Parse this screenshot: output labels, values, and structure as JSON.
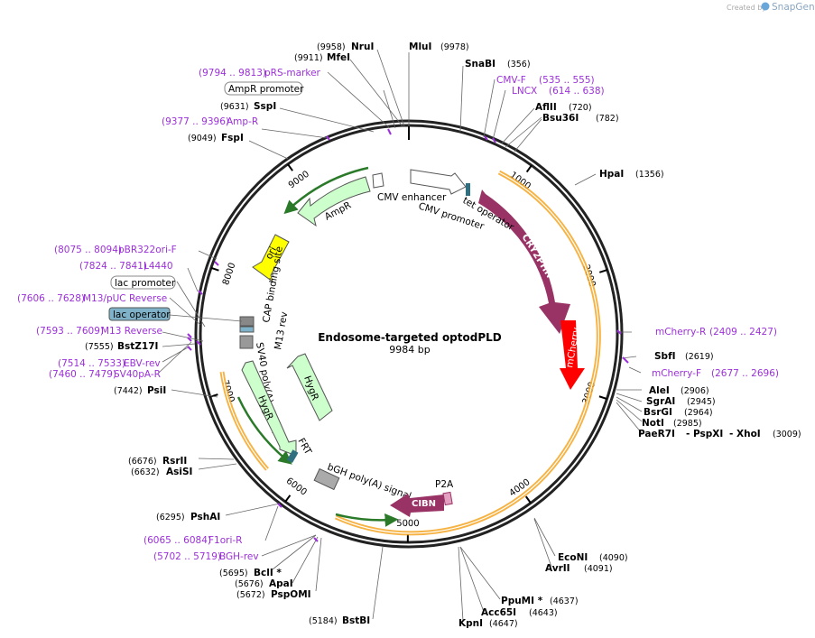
{
  "header": {
    "created_by": "Created by",
    "brand": "SnapGene"
  },
  "plasmid": {
    "name": "Endosome-targeted optodPLD",
    "length_label": "9984 bp",
    "length": 9984
  },
  "ticks": [
    "1000",
    "2000",
    "3000",
    "4000",
    "5000",
    "6000",
    "7000",
    "8000",
    "9000"
  ],
  "sites": [
    {
      "name": "MluI",
      "pos": "(9978)"
    },
    {
      "name": "NruI",
      "pos": "(9958)"
    },
    {
      "name": "MfeI",
      "pos": "(9911)"
    },
    {
      "name": "SnaBI",
      "pos": "(356)"
    },
    {
      "name": "AflII",
      "pos": "(720)"
    },
    {
      "name": "Bsu36I",
      "pos": "(782)"
    },
    {
      "name": "HpaI",
      "pos": "(1356)"
    },
    {
      "name": "SspI",
      "pos": "(9631)"
    },
    {
      "name": "FspI",
      "pos": "(9049)"
    },
    {
      "name": "SbfI",
      "pos": "(2619)"
    },
    {
      "name": "AleI",
      "pos": "(2906)"
    },
    {
      "name": "SgrAI",
      "pos": "(2945)"
    },
    {
      "name": "BsrGI",
      "pos": "(2964)"
    },
    {
      "name": "NotI",
      "pos": "(2985)"
    },
    {
      "name": "PaeR7I",
      "pos": ""
    },
    {
      "name": "- PspXI",
      "pos": ""
    },
    {
      "name": "- XhoI",
      "pos": "(3009)"
    },
    {
      "name": "BstZ17I",
      "pos": "(7555)"
    },
    {
      "name": "PsiI",
      "pos": "(7442)"
    },
    {
      "name": "RsrII",
      "pos": "(6676)"
    },
    {
      "name": "AsiSI",
      "pos": "(6632)"
    },
    {
      "name": "PshAI",
      "pos": "(6295)"
    },
    {
      "name": "BclI *",
      "pos": "(5695)"
    },
    {
      "name": "ApaI",
      "pos": "(5676)"
    },
    {
      "name": "PspOMI",
      "pos": "(5672)"
    },
    {
      "name": "BstBI",
      "pos": "(5184)"
    },
    {
      "name": "EcoNI",
      "pos": "(4090)"
    },
    {
      "name": "AvrII",
      "pos": "(4091)"
    },
    {
      "name": "PpuMI *",
      "pos": "(4637)"
    },
    {
      "name": "Acc65I",
      "pos": "(4643)"
    },
    {
      "name": "KpnI",
      "pos": "(4647)"
    }
  ],
  "primers": [
    {
      "name": "pRS-marker",
      "range": "(9794 .. 9813)"
    },
    {
      "name": "Amp-R",
      "range": "(9377 .. 9396)"
    },
    {
      "name": "CMV-F",
      "range": "(535 .. 555)"
    },
    {
      "name": "LNCX",
      "range": "(614 .. 638)"
    },
    {
      "name": "mCherry-R",
      "range": "(2409 .. 2427)"
    },
    {
      "name": "mCherry-F",
      "range": "(2677 .. 2696)"
    },
    {
      "name": "pBR322ori-F",
      "range": "(8075 .. 8094)"
    },
    {
      "name": "L4440",
      "range": "(7824 .. 7841)"
    },
    {
      "name": "M13/pUC Reverse",
      "range": "(7606 .. 7628)"
    },
    {
      "name": "M13 Reverse",
      "range": "(7593 .. 7609)"
    },
    {
      "name": "EBV-rev",
      "range": "(7514 .. 7533)"
    },
    {
      "name": "SV40pA-R",
      "range": "(7460 .. 7479)"
    },
    {
      "name": "F1ori-R",
      "range": "(6065 .. 6084)"
    },
    {
      "name": "BGH-rev",
      "range": "(5702 .. 5719)"
    }
  ],
  "boxed_labels": [
    "AmpR promoter",
    "lac promoter",
    "lac operator"
  ],
  "features": [
    "CMV enhancer",
    "CMV promoter",
    "tet operator",
    "CRY2PHR",
    "mCherry",
    "AmpR",
    "ori",
    "CAP binding site",
    "M13 rev",
    "SV40 poly(A) signal",
    "HygR",
    "FRT",
    "bGH poly(A) signal",
    "P2A",
    "CIBN"
  ],
  "colors": {
    "crypt": "#993366",
    "mcherry": "#ff0000",
    "ampr": "#ccffcc",
    "ori": "#ffff00",
    "primer": "#9b30d9",
    "orf": "#f5a623",
    "lac_operator": "#7fb2c8"
  }
}
